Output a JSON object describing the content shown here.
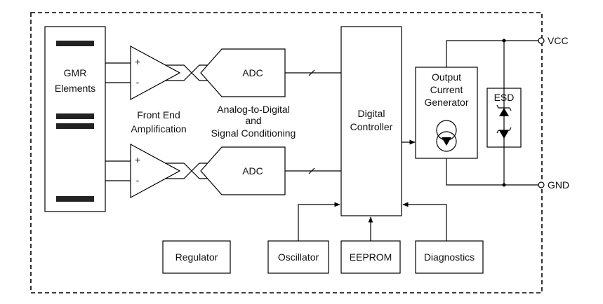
{
  "blocks": {
    "gmr_line1": "GMR",
    "gmr_line2": "Elements",
    "adc": "ADC",
    "digital_line1": "Digital",
    "digital_line2": "Controller",
    "output_line1": "Output",
    "output_line2": "Current",
    "output_line3": "Generator",
    "esd": "ESD",
    "regulator": "Regulator",
    "oscillator": "Oscillator",
    "eeprom": "EEPROM",
    "diagnostics": "Diagnostics"
  },
  "annotations": {
    "front_end_line1": "Front End",
    "front_end_line2": "Amplification",
    "adc_cond_line1": "Analog-to-Digital",
    "adc_cond_line2": "and",
    "adc_cond_line3": "Signal Conditioning",
    "plus": "+",
    "minus": "-"
  },
  "pins": {
    "vcc": "VCC",
    "gnd": "GND"
  }
}
